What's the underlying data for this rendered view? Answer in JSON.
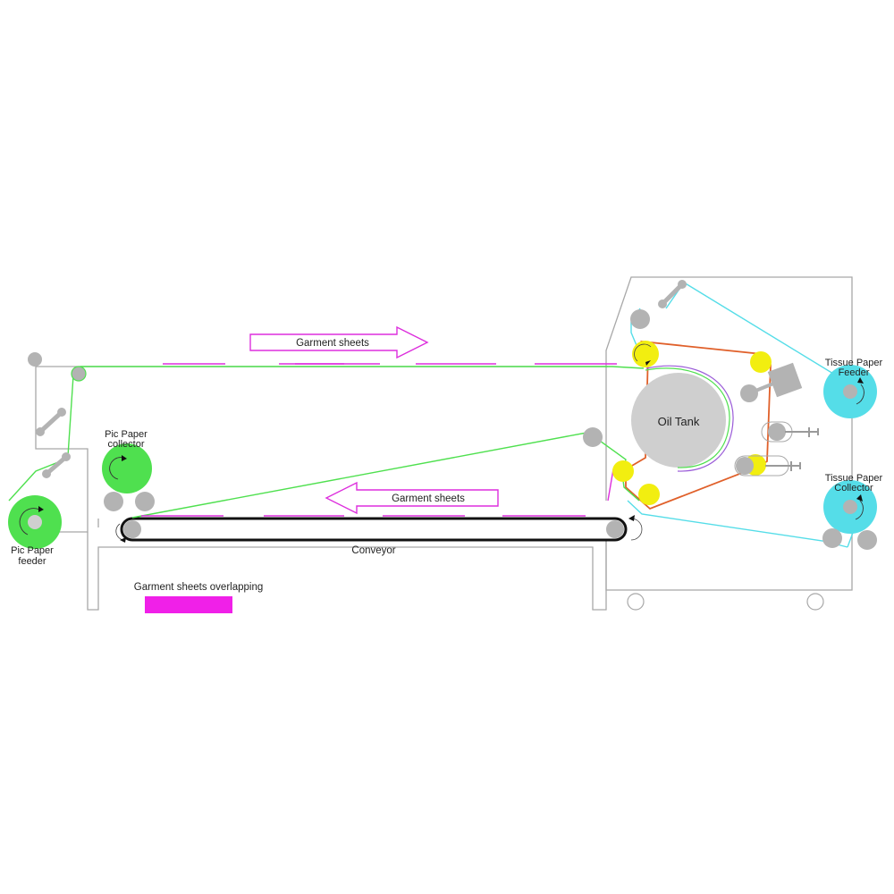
{
  "labels": {
    "garment_sheets_top": "Garment sheets",
    "garment_sheets_bottom": "Garment sheets",
    "oil_tank": "Oil Tank",
    "conveyor": "Conveyor",
    "pic_paper_collector_1": "Pic Paper",
    "pic_paper_collector_2": "collector",
    "pic_paper_feeder_1": "Pic Paper",
    "pic_paper_feeder_2": "feeder",
    "tissue_paper_feeder_1": "Tissue Paper",
    "tissue_paper_feeder_2": "Feeder",
    "tissue_paper_collector_1": "Tissue Paper",
    "tissue_paper_collector_2": "Collector",
    "legend": "Garment sheets overlapping"
  },
  "colors": {
    "machine_frame": "#a8a8a8",
    "roller_gray": "#b3b3b3",
    "pic_paper": "#4fe04f",
    "tissue_paper": "#55dde8",
    "heater_roller": "#f2ee10",
    "belt": "#e0602a",
    "garment": "#dd2fdd",
    "conveyor": "#111111",
    "oil_tank": "#cfcfcf"
  }
}
